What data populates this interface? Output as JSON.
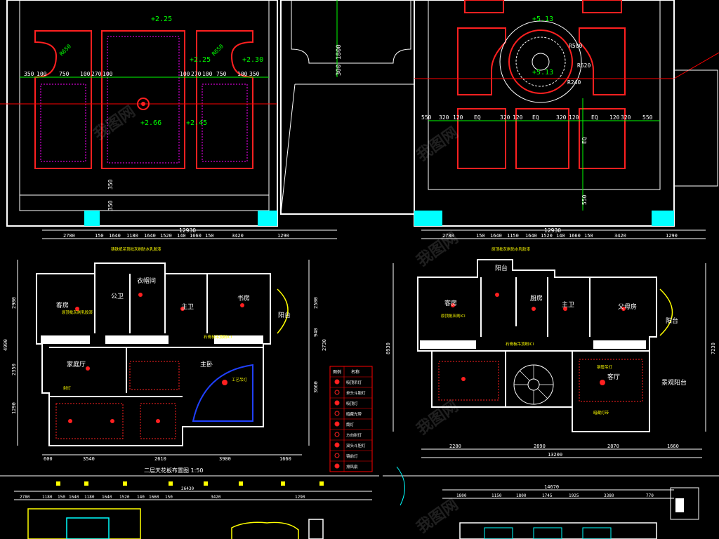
{
  "colors": {
    "background": "#000000",
    "wall": "#ffffff",
    "dimension": "#00ff00",
    "ceiling_trim": "#ff2020",
    "ceiling_inner": "#ff00ff",
    "annotation": "#ffff00",
    "room_label": "#ffffff",
    "cyan_block": "#00ffff",
    "axis_line": "#ff0000",
    "furniture": "#ffff00",
    "legend_border": "#ff0000",
    "purple_lines": "#8040ff",
    "stair": "#2040ff"
  },
  "top_left_panel": {
    "levels": [
      "+2.25",
      "+2.25",
      "+2.30",
      "+2.66",
      "+2.45"
    ],
    "dims": [
      "350",
      "100",
      "750",
      "100",
      "270",
      "100",
      "100",
      "270",
      "100",
      "750",
      "100",
      "350"
    ],
    "radii": [
      "R650",
      "R650"
    ],
    "side_dims": [
      "350",
      "350"
    ]
  },
  "top_middle_panel": {
    "dims": [
      "300",
      "1800"
    ]
  },
  "top_right_panel": {
    "levels": [
      "+5.13",
      "+5.13"
    ],
    "radii": [
      "R500",
      "R620",
      "R240"
    ],
    "bottom_dims": [
      "550",
      "320",
      "120",
      "EQ",
      "320",
      "120",
      "EQ",
      "320",
      "120",
      "EQ",
      "120",
      "320",
      "550"
    ],
    "side_dims": [
      "EQ",
      "550"
    ]
  },
  "plan_left": {
    "total_width": "12930",
    "top_dims": [
      "2780",
      "150",
      "1640",
      "1180",
      "1640",
      "1520",
      "140",
      "1660",
      "150",
      "3420",
      "1290"
    ],
    "rooms": [
      "客房",
      "公卫",
      "衣帽间",
      "主卫",
      "书房",
      "阳台",
      "家庭厅",
      "主卧"
    ],
    "notes": [
      "铸铁纸吊顶批灰刷防水乳胶漆",
      "原顶批灰刷乳胶漆",
      "石膏板吊顶刷ICI",
      "工艺吊灯",
      "射灯"
    ],
    "left_dims": [
      "2900",
      "2350",
      "1290",
      "4990"
    ],
    "right_dims": [
      "2500",
      "940",
      "2730",
      "3660"
    ],
    "bottom_dims": [
      "600",
      "3540",
      "2610",
      "3900",
      "1660"
    ],
    "title": "二层天花板布置图 1:50"
  },
  "legend": {
    "header": [
      "图例",
      "名称"
    ],
    "items": [
      "吸顶吊灯",
      "单头斗胆灯",
      "吸顶灯",
      "暗藏光带",
      "筒灯",
      "方向射灯",
      "双头斗胆灯",
      "镜前灯",
      "排风扇"
    ]
  },
  "plan_right": {
    "total_width": "12930",
    "top_dims": [
      "2780",
      "150",
      "1640",
      "1150",
      "1640",
      "1520",
      "140",
      "1660",
      "150",
      "3420",
      "1290"
    ],
    "rooms": [
      "阳台",
      "客房",
      "厨房",
      "主卫",
      "父母房",
      "阳台",
      "客厅",
      "景观阳台"
    ],
    "notes": [
      "原顶批灰刷防水乳胶漆",
      "原顶批灰刷ICI",
      "石膏板吊顶刷ICI",
      "钢管吊灯",
      "暗藏灯带"
    ],
    "left_dims": [
      "8930"
    ],
    "right_dims": [
      "7230"
    ],
    "bottom_dims": [
      "2280",
      "2890",
      "2870",
      "1660"
    ],
    "total_bottom": "13200"
  },
  "bottom_right": {
    "total_width": "14670",
    "dims": [
      "1800",
      "1150",
      "1800",
      "1745",
      "1925",
      "3380",
      "770"
    ]
  },
  "bottom_left": {
    "dims": [
      "2780",
      "1180",
      "150",
      "1640",
      "1180",
      "1640",
      "1520",
      "140",
      "1660",
      "150",
      "3420",
      "1290"
    ],
    "total": "26430"
  },
  "watermark": "我图网"
}
